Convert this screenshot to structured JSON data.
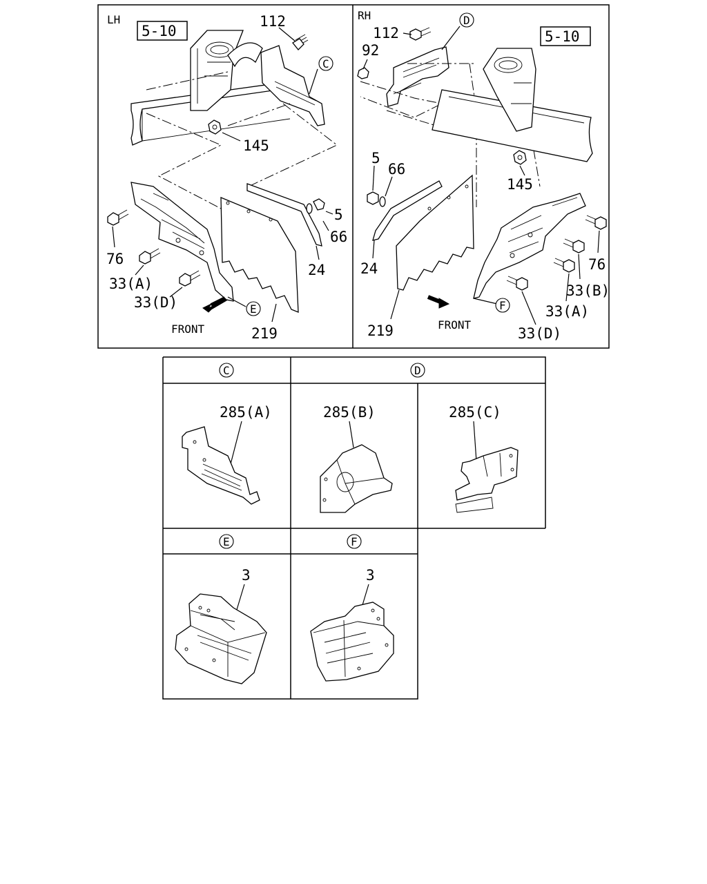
{
  "panels": {
    "lh": {
      "side": "LH",
      "ref_box": "5-10",
      "callouts": {
        "p112": "112",
        "pC": "C",
        "p145": "145",
        "p5": "5",
        "p66": "66",
        "p76": "76",
        "p33a": "33(A)",
        "p24": "24",
        "p33d": "33(D)",
        "pE": "E",
        "p219": "219"
      },
      "front": "FRONT"
    },
    "rh": {
      "side": "RH",
      "ref_box": "5-10",
      "callouts": {
        "p112": "112",
        "pD": "D",
        "p92": "92",
        "p5": "5",
        "p66": "66",
        "p145": "145",
        "p24": "24",
        "p76": "76",
        "p33b": "33(B)",
        "pF": "F",
        "p33a": "33(A)",
        "p219": "219",
        "p33d": "33(D)"
      },
      "front": "FRONT"
    }
  },
  "detail_table": {
    "headers": {
      "c": "C",
      "d": "D",
      "e": "E",
      "f": "F"
    },
    "cells": {
      "c_a": "285(A)",
      "d_b": "285(B)",
      "d_c": "285(C)",
      "e_3": "3",
      "f_3": "3"
    }
  }
}
